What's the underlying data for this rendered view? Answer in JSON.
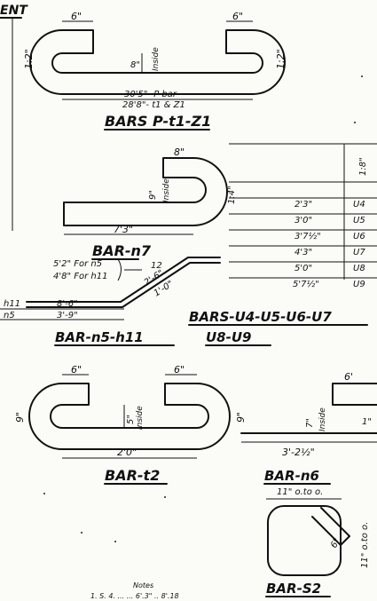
{
  "header_fragment": "ENT",
  "p_bar": {
    "dim_left": "6\"",
    "dim_right": "6\"",
    "dim_end_left": "1:2\"",
    "dim_end_right": "1:2\"",
    "inside_dim": "8\"",
    "inside_label": "Inside",
    "length_1": "30'5\"- P bar",
    "length_2": "28'8\"- t1 & Z1",
    "title": "BARS P-t1-Z1"
  },
  "n7_bar": {
    "top": "8\"",
    "inside_dim": "9\"",
    "inside_label": "Inside",
    "end": "1:4\"",
    "length": "7'3\"",
    "title": "BAR-n7"
  },
  "u_table": {
    "header": "1:8\"",
    "rows": [
      {
        "length": "2'3\"",
        "mark": "U4"
      },
      {
        "length": "3'0\"",
        "mark": "U5"
      },
      {
        "length": "3'7½\"",
        "mark": "U6"
      },
      {
        "length": "4'3\"",
        "mark": "U7"
      },
      {
        "length": "5'0\"",
        "mark": "U8"
      },
      {
        "length": "5'7½\"",
        "mark": "U9"
      }
    ],
    "title_1": "BARS-U4-U5-U6-U7",
    "title_2": "U8-U9"
  },
  "n5_bar": {
    "note_1": "5'2\" For n5",
    "note_2": "4'8\" For h11",
    "hook": "12",
    "slope": "2'-6\"",
    "rise": "1'-0\"",
    "row_h": "h11",
    "row_n": "n5",
    "len_h": "8'-6\"",
    "len_n": "3'-9\"",
    "title": "BAR-n5-h11"
  },
  "t2_bar": {
    "dim_left": "6\"",
    "dim_right": "6\"",
    "end_left": "9\"",
    "end_right": "9\"",
    "inside_dim": "5\"",
    "inside_label": "Inside",
    "length": "2'0\"",
    "title": "BAR-t2"
  },
  "n6_bar": {
    "top": "6'",
    "inside_dim": "7\"",
    "inside_label": "Inside",
    "end": "1\"",
    "length": "3'-2½\"",
    "title": "BAR-n6"
  },
  "s2_bar": {
    "top": "11\" o.to o.",
    "side": "11\" o.to o.",
    "hook": "6\"",
    "title": "BAR-S2"
  },
  "notes": {
    "title": "Notes",
    "text": "1. S. 4. ... ... 6'.3\" .. 8'.18"
  }
}
